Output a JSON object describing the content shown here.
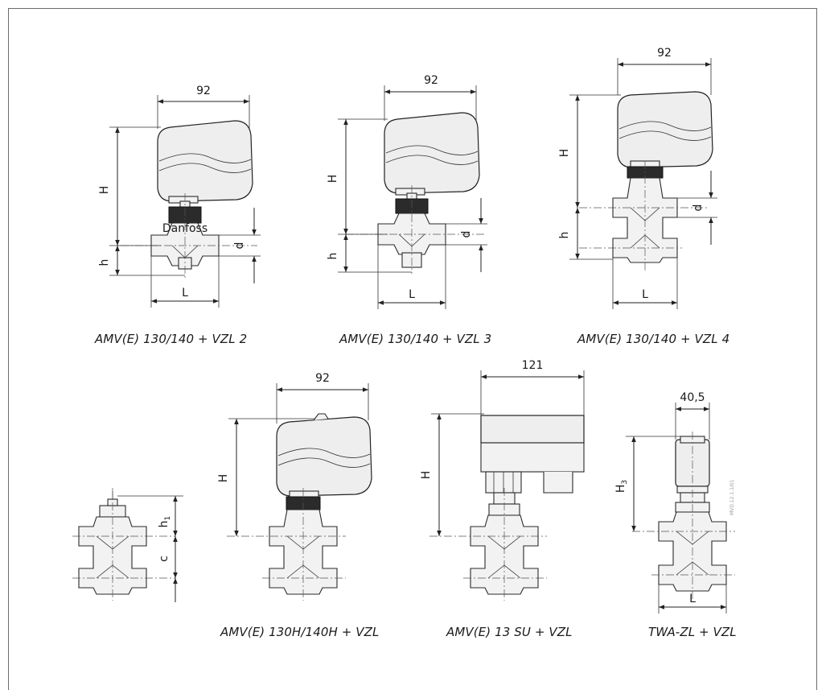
{
  "diagrams": [
    {
      "id": "vzl2",
      "caption": "AMV(E) 130/140 + VZL 2",
      "width_label": "92",
      "height_label": "H",
      "lower_label": "h",
      "d_label": "d",
      "length_label": "L"
    },
    {
      "id": "vzl3",
      "caption": "AMV(E) 130/140 + VZL 3",
      "width_label": "92",
      "height_label": "H",
      "lower_label": "h",
      "d_label": "d",
      "length_label": "L"
    },
    {
      "id": "vzl4",
      "caption": "AMV(E) 130/140 + VZL 4",
      "width_label": "92",
      "height_label": "H",
      "lower_label": "h",
      "d_label": "d",
      "length_label": "L"
    },
    {
      "id": "valve",
      "caption": "",
      "h1_label": "h",
      "h1_sub": "1",
      "c_label": "c"
    },
    {
      "id": "amv130h",
      "caption": "AMV(E) 130H/140H + VZL",
      "width_label": "92",
      "height_label": "H"
    },
    {
      "id": "amv13su",
      "caption": "AMV(E) 13 SU + VZL",
      "width_label": "121",
      "height_label": "H"
    },
    {
      "id": "twa",
      "caption": "TWA-ZL + VZL",
      "width_label": "40,5",
      "height_label": "H",
      "height_sub": "3",
      "length_label": "L",
      "code": "MVD.12.1.1/01"
    }
  ],
  "colors": {
    "line": "#222222",
    "fill": "#f2f2f2",
    "actuator": "#eeeeee",
    "dark": "#2b2b2b"
  }
}
